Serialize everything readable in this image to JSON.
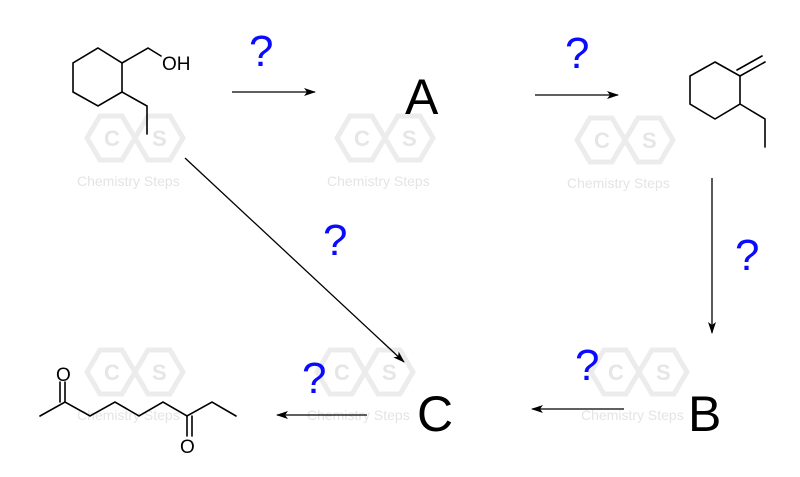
{
  "labels": {
    "A": "A",
    "B": "B",
    "C": "C"
  },
  "question_mark": "?",
  "atoms": {
    "hydroxyl": "OH",
    "oxygen": "O"
  },
  "watermark": {
    "text": "Chemistry Steps",
    "letter_c": "C",
    "letter_s": "S"
  },
  "colors": {
    "question": "#0a0aff",
    "ink": "#000000"
  }
}
